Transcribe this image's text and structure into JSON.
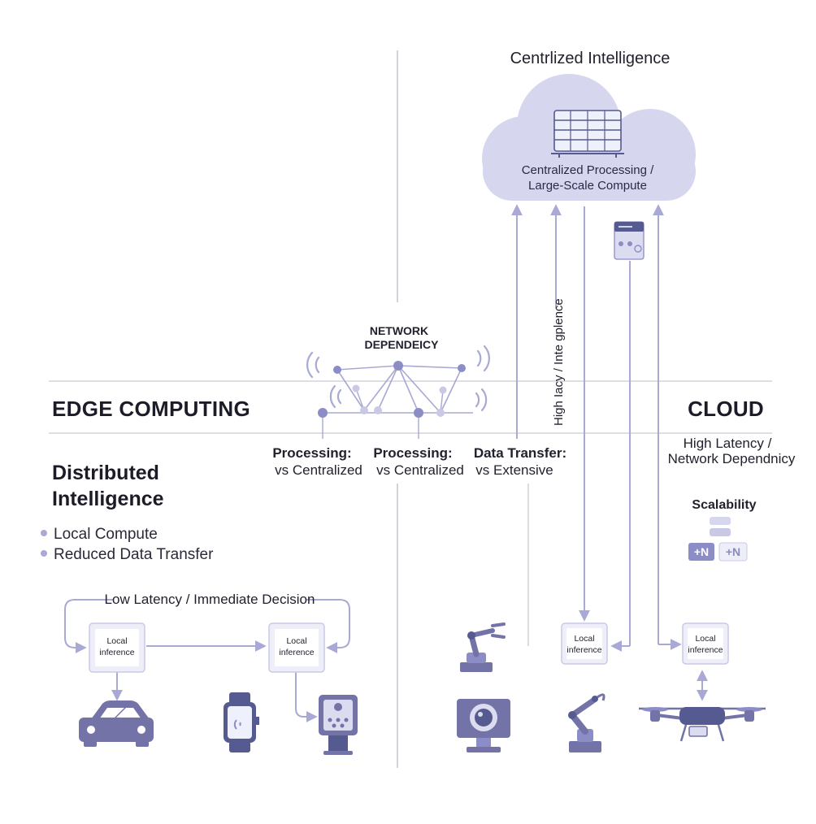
{
  "cloud": {
    "heading": "Centrlized Intelligence",
    "line1": "Centralized Processing /",
    "line2": "Large-Scale Compute"
  },
  "network": {
    "line1": "NETWORK",
    "line2": "DEPENDEICY"
  },
  "edge_title": "EDGE COMPUTING",
  "cloud_title": "CLOUD",
  "distributed": {
    "line1": "Distributed",
    "line2": "Intelligence",
    "bullets": [
      "Local Compute",
      "Reduced Data Transfer"
    ]
  },
  "mid_labels": [
    {
      "line1": "Processing:",
      "line2": "vs Centralized"
    },
    {
      "line1": "Processing:",
      "line2": "vs Centralized"
    },
    {
      "line1": "Data Transfer:",
      "line2": "vs Extensive"
    }
  ],
  "cloud_side": {
    "latency1": "High Latency /",
    "latency2": "Network Dependnicy",
    "scalability": "Scalability",
    "badge1": "+N",
    "badge2": "+N"
  },
  "vertical_label": "High Iacy / Inte gplence",
  "edge_loop": "Low Latency / Immediate Decision",
  "inference_boxes": [
    {
      "line1": "Local",
      "line2": "inference"
    },
    {
      "line1": "Local",
      "line2": "inference"
    },
    {
      "line1": "Local",
      "line2": "inference"
    },
    {
      "line1": "Local",
      "line2": "inference"
    }
  ],
  "colors": {
    "accent": "#8c8cc6",
    "cloud_fill": "#d6d7ee",
    "box_fill": "#eeeef8",
    "icon": "#7373a8",
    "line": "#a8a9d4"
  }
}
